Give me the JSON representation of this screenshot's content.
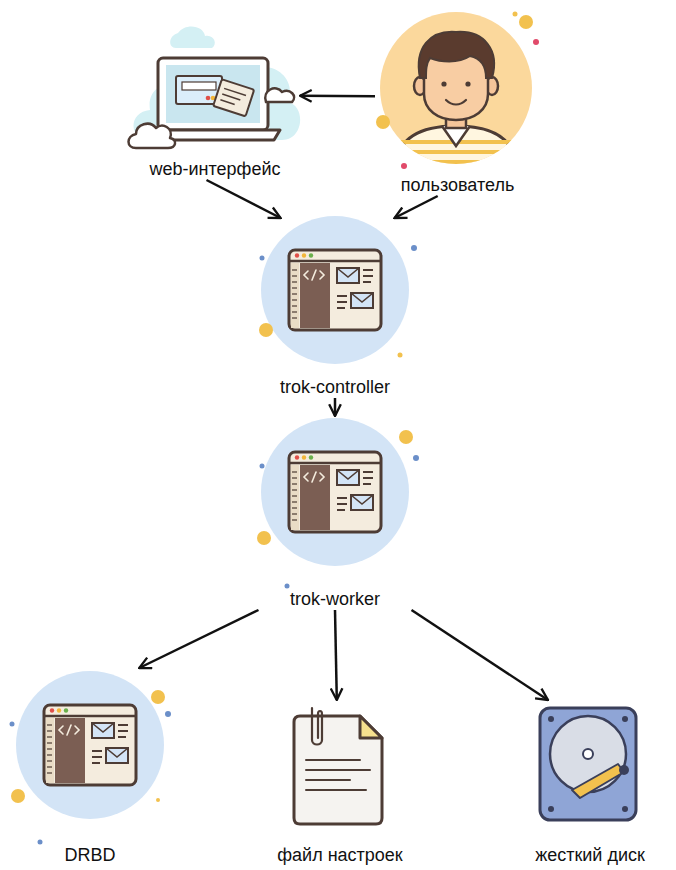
{
  "diagram": {
    "nodes": [
      {
        "text": [
          "web-интерфейс"
        ]
      },
      {
        "text": [
          "пользователь"
        ]
      },
      {
        "text": [
          "trok-controller"
        ]
      },
      {
        "text": [
          "trok-worker"
        ]
      },
      {
        "text": [
          "DRBD"
        ]
      },
      {
        "text": [
          "файл настроек"
        ]
      },
      {
        "text": [
          "жесткий диск"
        ]
      }
    ],
    "edges": [
      {
        "from": 1,
        "to": 0,
        "arrow": "to"
      },
      {
        "from": 0,
        "to": 2,
        "arrow": "to"
      },
      {
        "from": 1,
        "to": 2,
        "arrow": "to"
      },
      {
        "from": 2,
        "to": 3,
        "arrow": "to"
      },
      {
        "from": 3,
        "to": 4,
        "arrow": "to"
      },
      {
        "from": 3,
        "to": 5,
        "arrow": "to"
      },
      {
        "from": 3,
        "to": 6,
        "arrow": "to"
      }
    ]
  }
}
